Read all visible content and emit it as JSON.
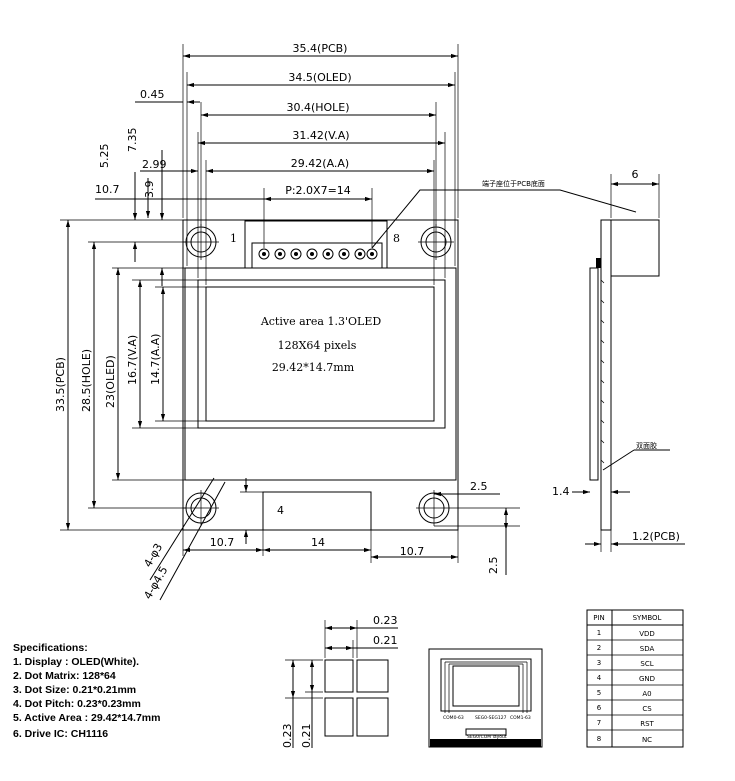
{
  "top_dims": {
    "pcb_width": "35.4(PCB)",
    "oled_width": "34.5(OLED)",
    "hole_span": "30.4(HOLE)",
    "va_width": "31.42(V.A)",
    "aa_width": "29.42(A.A)",
    "pin_pitch": "P:2.0X7=14",
    "offset_045": "0.45",
    "offset_525": "5.25",
    "offset_735": "7.35",
    "offset_299": "2.99",
    "offset_107": "10.7",
    "offset_39": "3.9"
  },
  "left_dims": {
    "pcb_height": "33.5(PCB)",
    "hole_height": "28.5(HOLE)",
    "oled_height": "23(OLED)",
    "va_height": "16.7(V.A)",
    "aa_height": "14.7(A.A)"
  },
  "display": {
    "line1": "Active area 1.3'OLED",
    "line2": "128X64 pixels",
    "line3": "29.42*14.7mm"
  },
  "pins": {
    "first": "1",
    "last": "8"
  },
  "bottom_dims": {
    "hole_d3": "4-φ3",
    "hole_d45": "4-φ4.5",
    "left_gap": "10.7",
    "center_width": "14",
    "right_gap": "10.7",
    "tab_height": "4",
    "hole_offset_x": "2.5",
    "hole_offset_y": "2.5"
  },
  "side_view": {
    "depth": "6",
    "note_connector": "端子座位于PCB底面",
    "note_tape": "双面胶",
    "left_thickness": "1.4",
    "pcb_thickness": "1.2(PCB)"
  },
  "dot_detail": {
    "dot_pitch": "0.23",
    "dot_size": "0.21",
    "v_pitch": "0.23",
    "v_size": "0.21"
  },
  "layout_diagram": {
    "com_left": "COM0-63",
    "seg": "SEG0-SEG127",
    "com_right": "COM1-63",
    "caption": "SEG0/COM layout"
  },
  "specs": {
    "title": "Specifications:",
    "items": [
      "1. Display :   OLED(White).",
      "2. Dot Matrix:   128*64",
      "3. Dot Size:  0.21*0.21mm",
      "4. Dot Pitch:  0.23*0.23mm",
      "5. Active Area : 29.42*14.7mm",
      "6. Drive IC: CH1116"
    ]
  },
  "pin_table": {
    "headers": [
      "PIN",
      "SYMBOL"
    ],
    "rows": [
      [
        "1",
        "VDD"
      ],
      [
        "2",
        "SDA"
      ],
      [
        "3",
        "SCL"
      ],
      [
        "4",
        "GND"
      ],
      [
        "5",
        "A0"
      ],
      [
        "6",
        "CS"
      ],
      [
        "7",
        "RST"
      ],
      [
        "8",
        "NC"
      ]
    ]
  }
}
